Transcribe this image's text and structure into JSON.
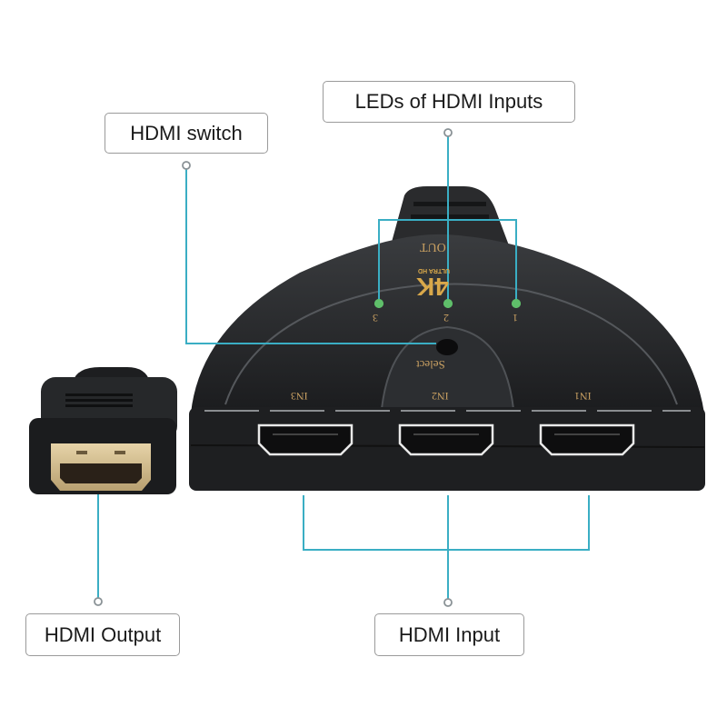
{
  "callouts": {
    "hdmi_switch": "HDMI switch",
    "leds": "LEDs of HDMI Inputs",
    "output": "HDMI Output",
    "input": "HDMI Input"
  },
  "device": {
    "out_label": "OUT",
    "brand": "4K",
    "brand_sub": "ULTRA HD",
    "led_numbers": [
      "3",
      "2",
      "1"
    ],
    "select_label": "Select",
    "ports": [
      "IN3",
      "IN2",
      "IN1"
    ]
  },
  "colors": {
    "leader_line": "#3aaec4",
    "device_body": "#222426",
    "gold_text": "#c9a062",
    "led_green": "#5fbf6a",
    "connector_gold": "#d8c49a"
  }
}
